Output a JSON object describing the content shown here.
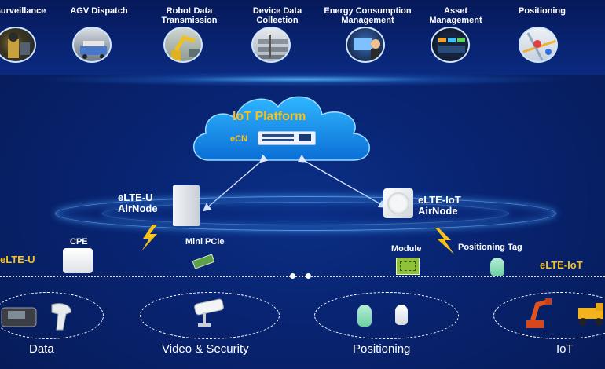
{
  "applications": [
    {
      "id": "surveillance",
      "label": "Surveillance"
    },
    {
      "id": "agv",
      "label": "AGV Dispatch"
    },
    {
      "id": "robot",
      "label": "Robot Data\nTransmission"
    },
    {
      "id": "device",
      "label": "Device Data\nCollection"
    },
    {
      "id": "energy",
      "label": "Energy Consumption\nManagement"
    },
    {
      "id": "asset",
      "label": "Asset\nManagement"
    },
    {
      "id": "positioning",
      "label": "Positioning"
    }
  ],
  "platform": {
    "title": "IoT Platform",
    "ecn": "eCN"
  },
  "nodes": {
    "elte_u": "eLTE-U\nAirNode",
    "elte_iot": "eLTE-IoT\nAirNode"
  },
  "terminals": {
    "cpe": "CPE",
    "mini_pcie": "Mini PCIe",
    "module": "Module",
    "positioning_tag": "Positioning Tag"
  },
  "bands": {
    "left": "eLTE-U",
    "right": "eLTE-IoT"
  },
  "categories": {
    "data": "Data",
    "video": "Video & Security",
    "positioning": "Positioning",
    "iot": "IoT"
  },
  "colors": {
    "background": "#082370",
    "accent_yellow": "#f6c21a",
    "cloud": "#1aa0f0",
    "platform_title": "#f6c21a"
  }
}
